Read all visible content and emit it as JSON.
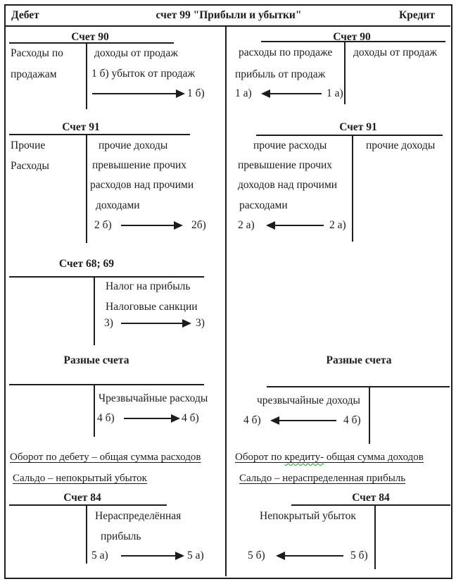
{
  "header": {
    "debit_label": "Дебет",
    "title": "счет  99 \"Прибыли и убытки\"",
    "credit_label": "Кредит"
  },
  "debit_side": {
    "account_90": {
      "title": "Счет  90",
      "debit_lines": [
        "Расходы по",
        "продажам"
      ],
      "credit_lines": [
        "доходы от продаж",
        "1 б) убыток от продаж"
      ],
      "arrow_to_label": "1 б)"
    },
    "account_91": {
      "title": "Счет  91",
      "debit_lines": [
        "Прочие",
        "Расходы"
      ],
      "credit_lines": [
        "прочие доходы",
        "превышение  прочих",
        "расходов над прочими",
        "доходами"
      ],
      "arrow_from_label": "2 б)",
      "arrow_to_label": "2б)"
    },
    "account_68_69": {
      "title": "Счет 68; 69",
      "credit_lines": [
        "Налог на прибыль",
        "Налоговые санкции"
      ],
      "arrow_from_label": "3)",
      "arrow_to_label": "3)"
    },
    "misc_accounts": {
      "title": "Разные счета",
      "credit_lines": [
        "Чрезвычайные расходы"
      ],
      "arrow_from_label": "4 б)",
      "arrow_to_label": "4 б)"
    },
    "turnover_line": "Оборот по дебету – общая сумма расходов",
    "saldo_line": "Сальдо – непокрытый убыток",
    "account_84": {
      "title": "Счет 84",
      "credit_lines": [
        "Нераспределённая",
        "прибыль"
      ],
      "arrow_from_label": "5 а)",
      "arrow_to_label": "5 а)"
    }
  },
  "credit_side": {
    "account_90": {
      "title": "Счет 90",
      "debit_lines": [
        "расходы по продаже",
        "прибыль от продаж"
      ],
      "credit_lines": [
        "доходы от продаж"
      ],
      "arrow_to_label": "1 а)",
      "arrow_from_label": "1 а)"
    },
    "account_91": {
      "title": "Счет 91",
      "debit_lines": [
        "прочие расходы",
        "превышение прочих",
        "доходов над прочими",
        "расходами"
      ],
      "credit_lines": [
        "прочие доходы"
      ],
      "arrow_to_label": "2 а)",
      "arrow_from_label": "2 а)"
    },
    "misc_accounts": {
      "title": "Разные счета",
      "debit_lines": [
        "чрезвычайные доходы"
      ],
      "arrow_to_label": "4 б)",
      "arrow_from_label": "4 б)"
    },
    "turnover_prefix": "Оборот по ",
    "turnover_misspelled_word": "кредиту-",
    "turnover_suffix": " общая сумма доходов",
    "saldo_line": "Сальдо – нераспределенная прибыль",
    "account_84": {
      "title": "Счет 84",
      "debit_lines": [
        "Непокрытый убыток"
      ],
      "arrow_to_label": "5 б)",
      "arrow_from_label": "5 б)"
    }
  },
  "colors": {
    "ink": "#1c1c1c",
    "spellcheck_underline": "#1fa32a"
  }
}
